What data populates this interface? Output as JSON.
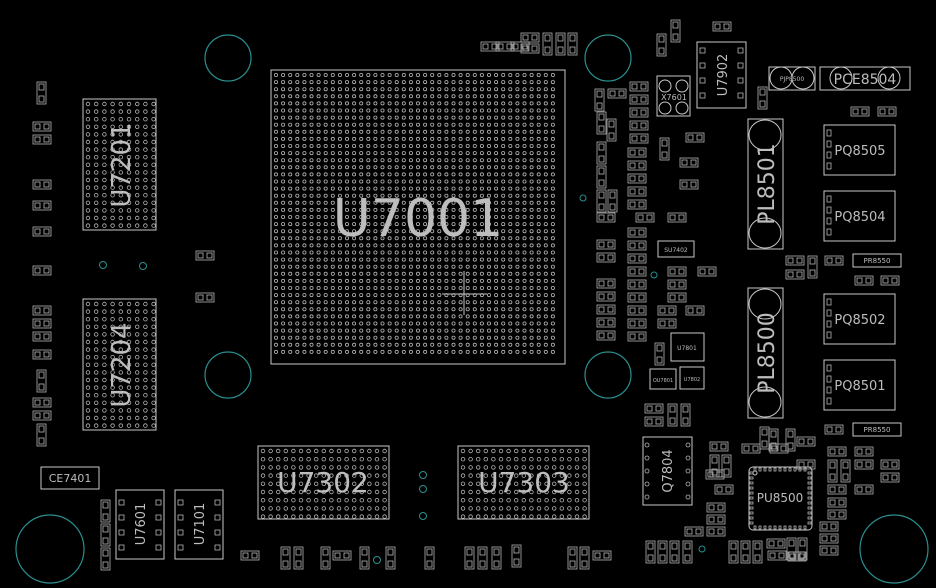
{
  "colors": {
    "background": "#000000",
    "outline": "#c8c8c8",
    "pad": "#b4b4b4",
    "label": "#bdbdbd",
    "hole": "#2a8f8f"
  },
  "chips": {
    "u7001": "U7001",
    "u7201": "U7201",
    "u7204": "U7204",
    "u7302": "U7302",
    "u7303": "U7303",
    "u7601": "U7601",
    "u7101": "U7101",
    "u7902": "U7902",
    "pl8501": "PL8501",
    "pl8500": "PL8500",
    "pq8505": "PQ8505",
    "pq8504": "PQ8504",
    "pq8502": "PQ8502",
    "pq8501": "PQ8501",
    "pce8504": "PCE8504",
    "q7804": "Q7804",
    "pu8500": "PU8500",
    "ce7401": "CE7401",
    "x7601": "X7601",
    "pjp8500": "PJP8500",
    "pr8550a": "PR8550",
    "pr8550b": "PR8550",
    "su7402": "SU7402",
    "u7801": "U7801",
    "u7802": "U7802",
    "ou7801": "OU7801"
  }
}
